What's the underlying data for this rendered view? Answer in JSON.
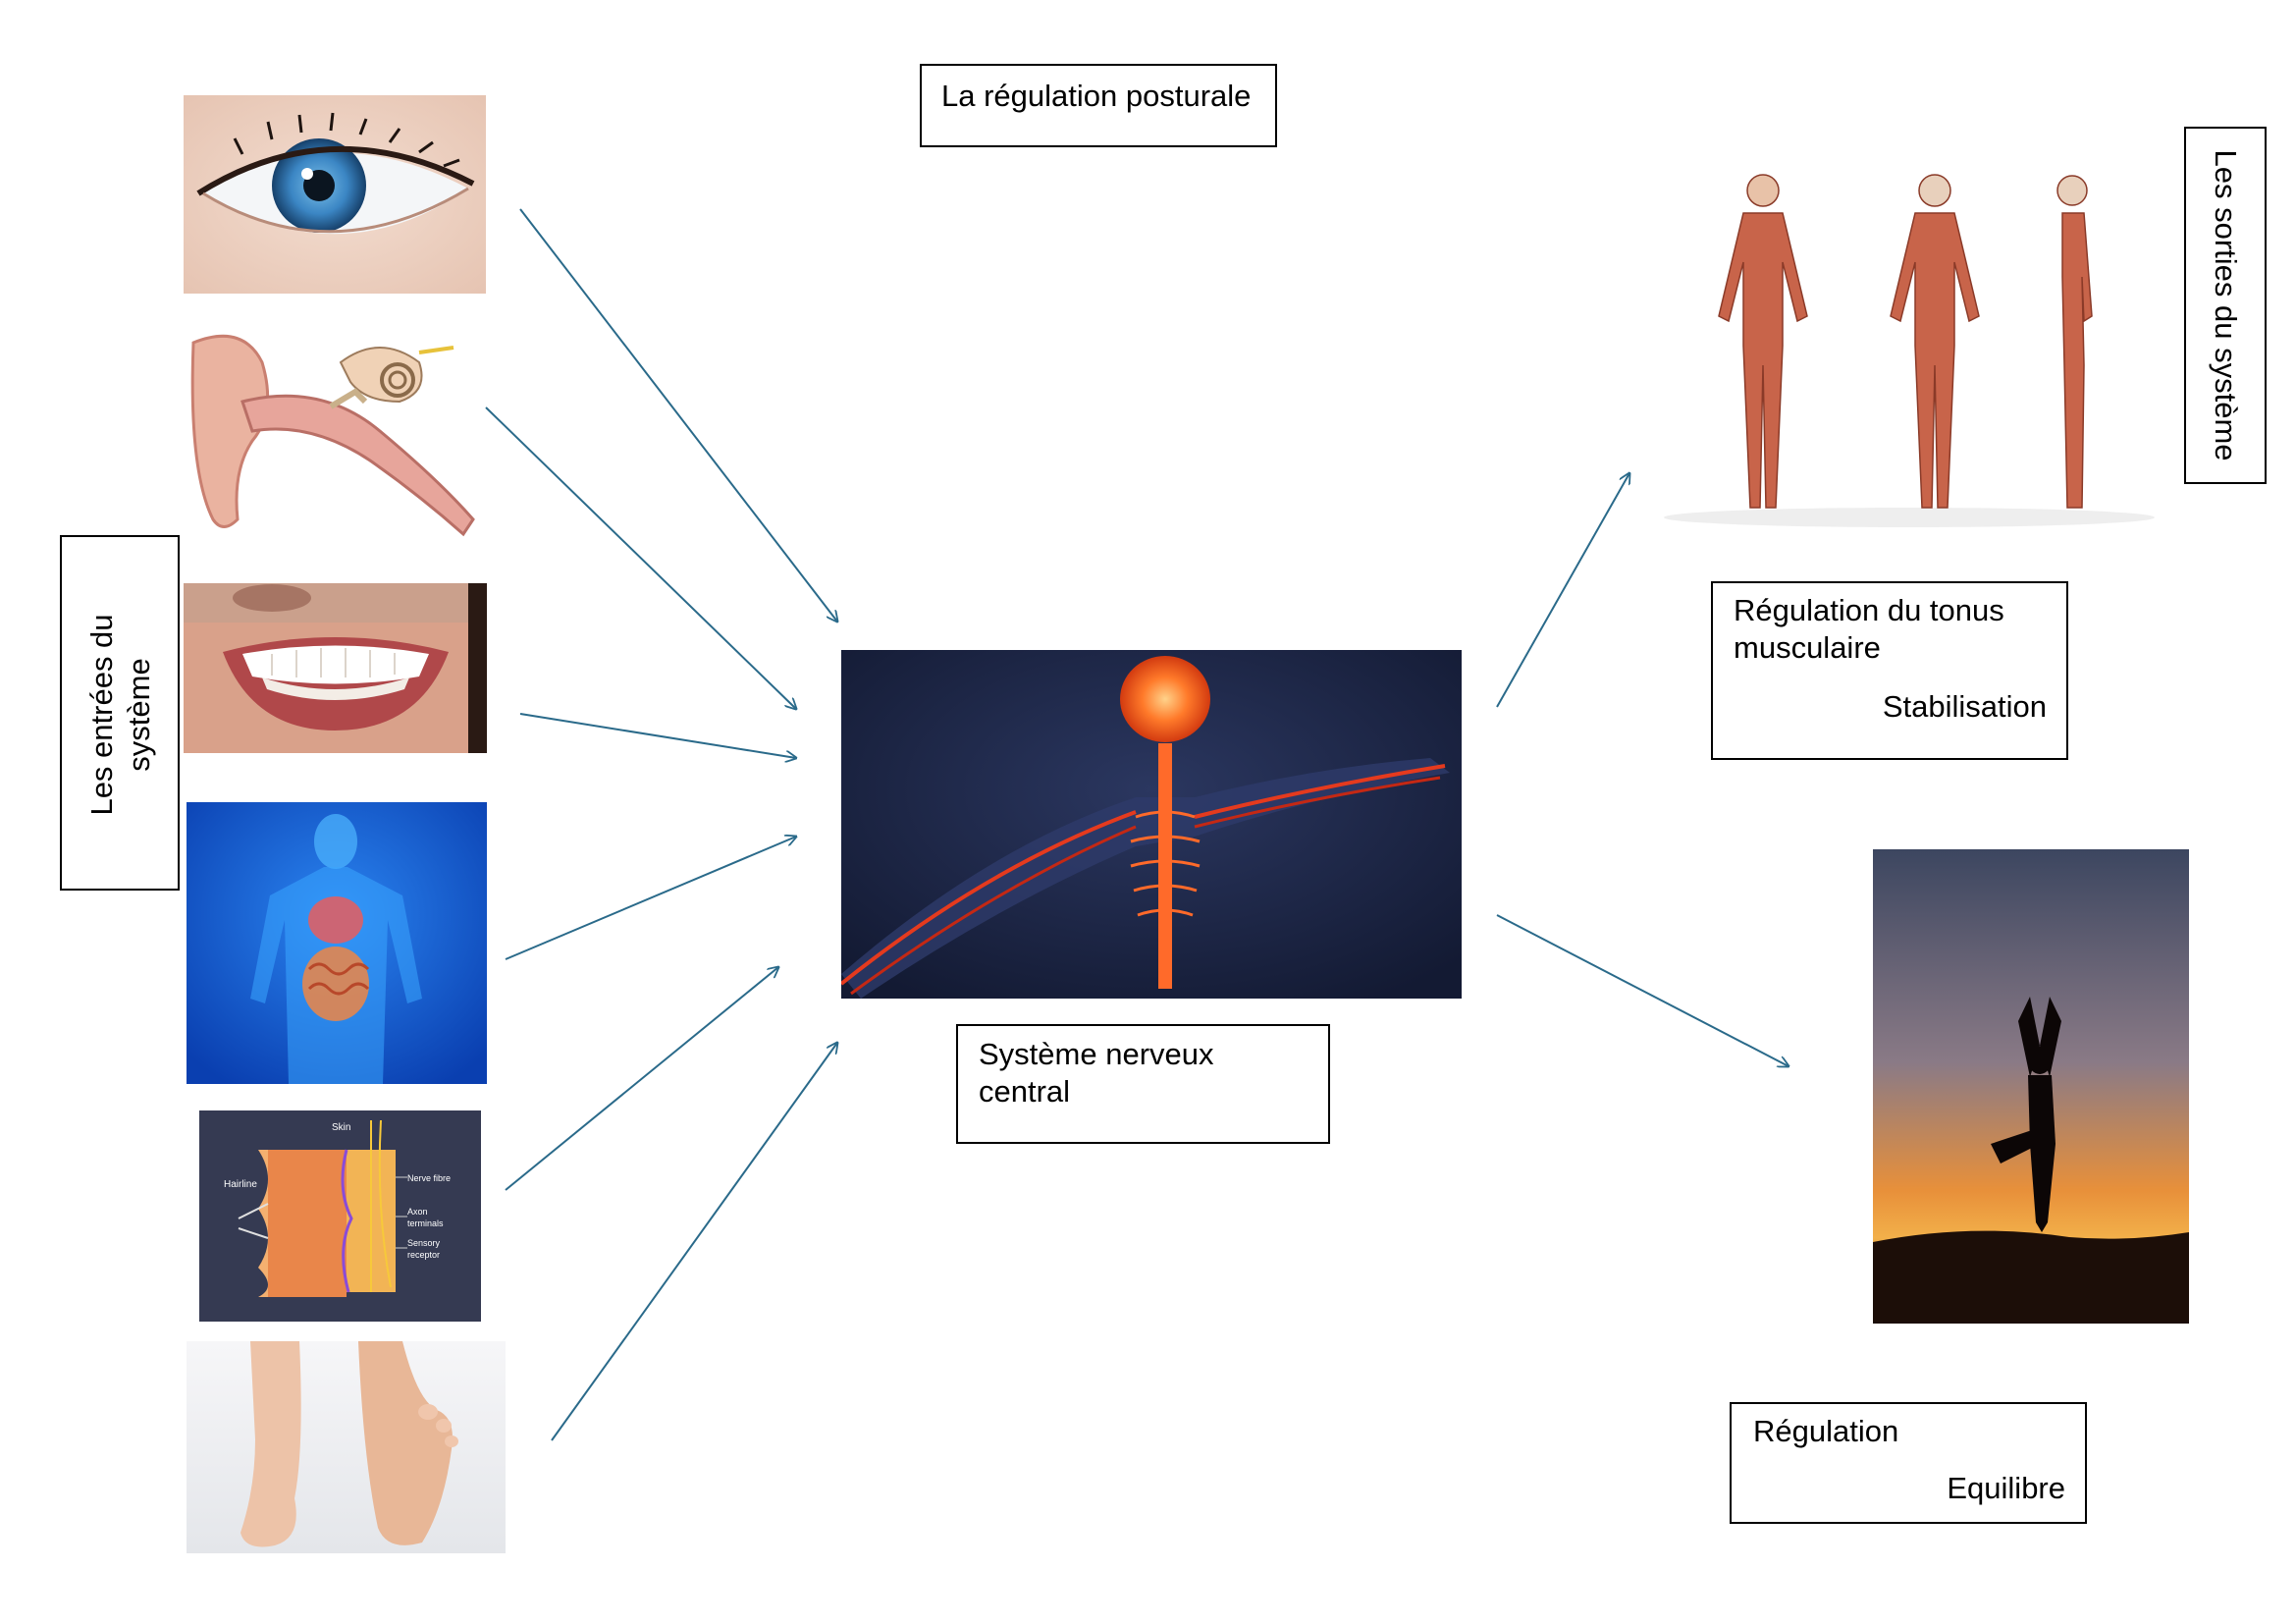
{
  "title": "La régulation posturale",
  "inputs_label": [
    "Les entrées du",
    "système"
  ],
  "outputs_label": "Les sorties du système",
  "cns_label": [
    "Système nerveux",
    "central"
  ],
  "output1": {
    "line1": "Régulation du tonus",
    "line2": "musculaire",
    "line3": "Stabilisation"
  },
  "output2": {
    "line1": "Régulation",
    "line2": "Equilibre"
  },
  "skin_labels": {
    "skin": "Skin",
    "hairline": "Hairline",
    "nerve": "Nerve fibre",
    "axon1": "Axon",
    "axon2": "terminals",
    "sensory1": "Sensory",
    "sensory2": "receptor"
  },
  "colors": {
    "arrow": "#2a6a8a",
    "border": "#000000"
  }
}
